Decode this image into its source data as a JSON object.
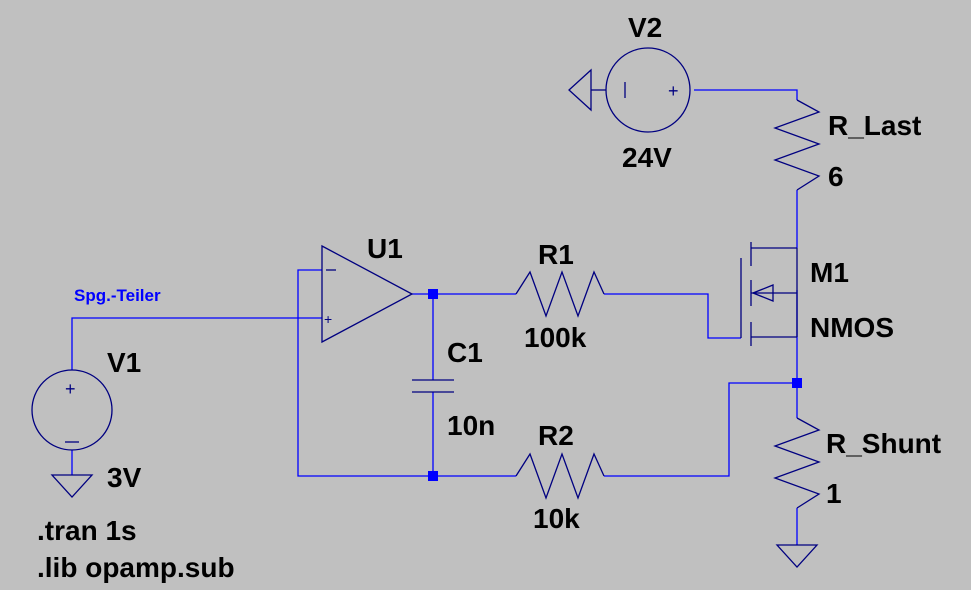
{
  "schematic": {
    "background": "#c0c0c0",
    "wire_color": "#0000ff",
    "symbol_color": "#000080",
    "label_color": "#000000",
    "net_label_color": "#0000ff",
    "net_label": "Spg.-Teiler",
    "components": {
      "v1": {
        "name": "V1",
        "value": "3V"
      },
      "v2": {
        "name": "V2",
        "value": "24V"
      },
      "u1": {
        "name": "U1"
      },
      "r1": {
        "name": "R1",
        "value": "100k"
      },
      "r2": {
        "name": "R2",
        "value": "10k"
      },
      "c1": {
        "name": "C1",
        "value": "10n"
      },
      "m1": {
        "name": "M1",
        "value": "NMOS"
      },
      "r_last": {
        "name": "R_Last",
        "value": "6"
      },
      "r_shunt": {
        "name": "R_Shunt",
        "value": "1"
      }
    },
    "spice_directives": [
      ".tran 1s",
      ".lib opamp.sub"
    ]
  }
}
